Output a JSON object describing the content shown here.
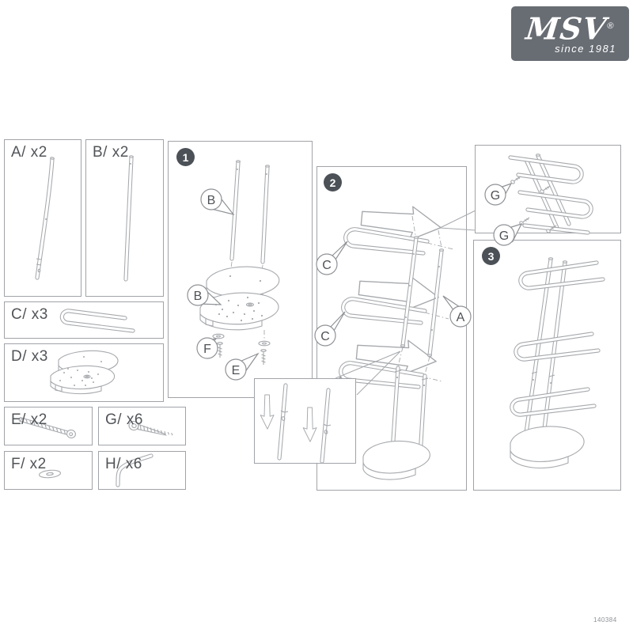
{
  "logo": {
    "brand": "MSV",
    "registered": "®",
    "tagline": "since 1981"
  },
  "parts": [
    {
      "key": "A",
      "label": "A/ x2",
      "depicts": "long-pole"
    },
    {
      "key": "B",
      "label": "B/ x2",
      "depicts": "short-pole"
    },
    {
      "key": "C",
      "label": "C/ x3",
      "depicts": "u-shaped-towel-bar"
    },
    {
      "key": "D",
      "label": "D/ x3",
      "depicts": "half-round-base-plate"
    },
    {
      "key": "E",
      "label": "E/ x2",
      "depicts": "bolt"
    },
    {
      "key": "G",
      "label": "G/ x6",
      "depicts": "screw"
    },
    {
      "key": "F",
      "label": "F/ x2",
      "depicts": "washer"
    },
    {
      "key": "H",
      "label": "H/ x6",
      "depicts": "allen-key"
    }
  ],
  "steps": [
    {
      "number": "1"
    },
    {
      "number": "2"
    },
    {
      "number": "3"
    }
  ],
  "balloons": {
    "step1": [
      "B",
      "B",
      "F",
      "E"
    ],
    "step2": [
      "C",
      "C",
      "C",
      "A"
    ],
    "detail": [
      "G",
      "G"
    ]
  },
  "footer": {
    "code": "140384"
  },
  "colors": {
    "line": "#a6a9ad",
    "label": "#515458",
    "badge": "#4b5157",
    "logo_bg": "#686d74"
  }
}
